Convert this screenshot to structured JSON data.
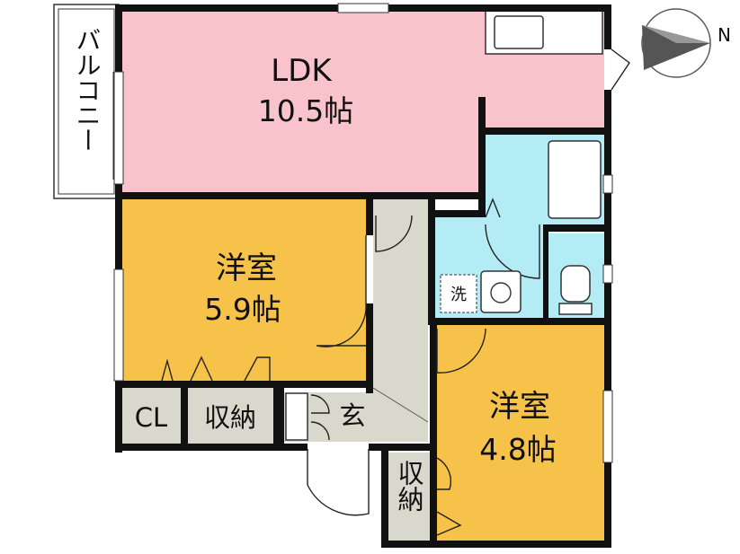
{
  "rooms": {
    "ldk": {
      "name": "LDK",
      "size": "10.5帖"
    },
    "western_large": {
      "name": "洋室",
      "size": "5.9帖"
    },
    "western_small": {
      "name": "洋室",
      "size": "4.8帖"
    }
  },
  "labels": {
    "balcony": "バルコニー",
    "closet": "CL",
    "storage_1": "収納",
    "storage_2": "収納",
    "entrance": "玄",
    "washer": "洗",
    "compass_north": "N"
  },
  "colors": {
    "ldk": "#f9c3cb",
    "western": "#f6c24a",
    "wet_area": "#b4ecf5",
    "hall_storage": "#d8d8cc",
    "wall": "#111111"
  }
}
